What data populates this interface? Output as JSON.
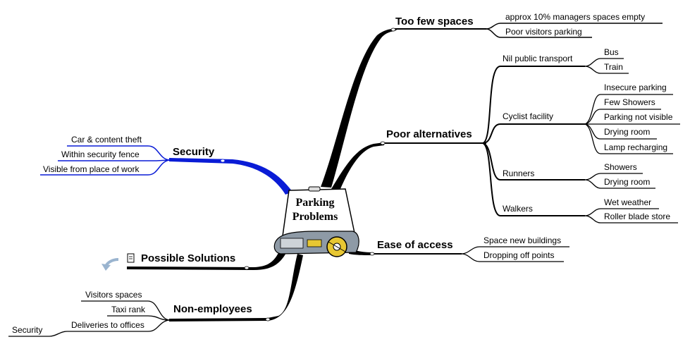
{
  "central": {
    "line1": "Parking",
    "line2": "Problems"
  },
  "colors": {
    "branch": "#000000",
    "security": "#0a1cd6",
    "car_body": "#8e9aa6",
    "dash": "#e7c733"
  },
  "branches": {
    "too_few": {
      "label": "Too few spaces",
      "children": [
        "approx 10% managers spaces empty",
        "Poor visitors parking"
      ]
    },
    "poor_alt": {
      "label": "Poor alternatives",
      "nil": {
        "label": "Nil public transport",
        "children": [
          "Bus",
          "Train"
        ]
      },
      "cyclist": {
        "label": "Cyclist facility",
        "children": [
          "Insecure parking",
          "Few Showers",
          "Parking not visible",
          "Drying room",
          "Lamp recharging"
        ]
      },
      "runners": {
        "label": "Runners",
        "children": [
          "Showers",
          "Drying room"
        ]
      },
      "walkers": {
        "label": "Walkers",
        "children": [
          "Wet weather",
          "Roller blade store"
        ]
      }
    },
    "ease": {
      "label": "Ease of access",
      "children": [
        "Space new buildings",
        "Dropping off points"
      ]
    },
    "security": {
      "label": "Security",
      "children": [
        "Car & content theft",
        "Within security fence",
        "Visible from place of work"
      ]
    },
    "solutions": {
      "label": "Possible Solutions",
      "note_icon": "document-icon",
      "link_icon": "curved-arrow-icon"
    },
    "non_employees": {
      "label": "Non-employees",
      "children": [
        "Visitors spaces",
        "Taxi rank",
        "Deliveries to offices"
      ],
      "deliveries_child": "Security"
    }
  }
}
